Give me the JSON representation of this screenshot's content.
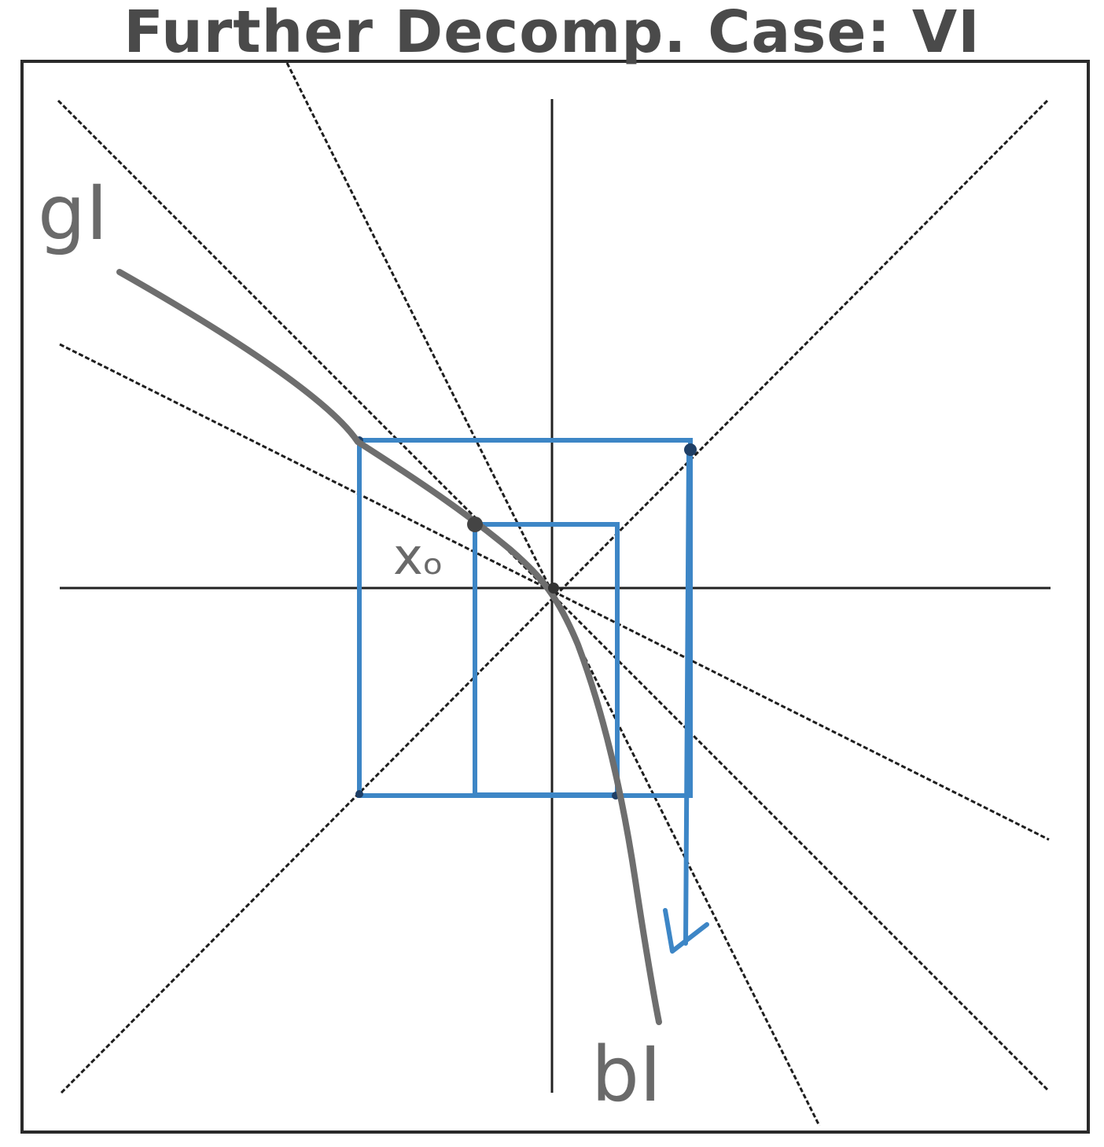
{
  "title": "Further Decomp. Case: VI",
  "labels": {
    "curve_start": "gI",
    "curve_end": "bI",
    "point": "xₒ"
  },
  "colors": {
    "frame": "#2a2a2a",
    "axes": "#222222",
    "dashed_lines": "#1e1e1e",
    "blue_boxes": "#3d86c6",
    "curve": "#6e6e6e",
    "labels": "#6a6a6a"
  }
}
